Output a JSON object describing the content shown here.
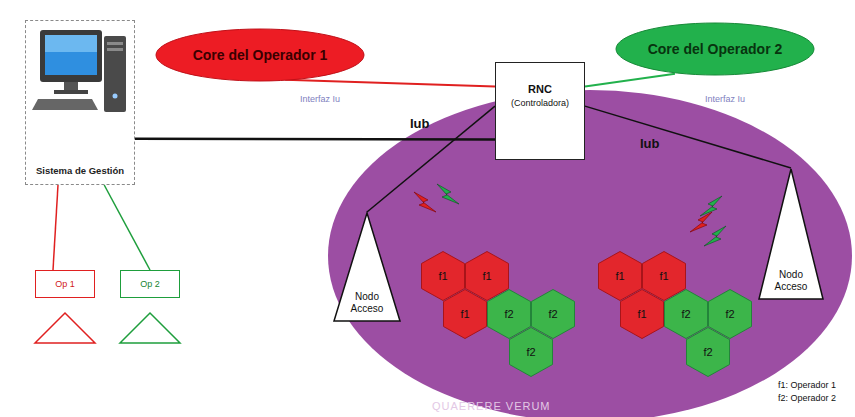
{
  "diagram": {
    "nodes": [
      {
        "text": [
          "Sistema de Gestión"
        ]
      },
      {
        "text": [
          "Core del Operador 1"
        ]
      },
      {
        "text": [
          "Core del Operador 2"
        ]
      },
      {
        "text": [
          "RNC",
          "(Controladora)"
        ]
      },
      {
        "text": [
          "Nodo Acceso"
        ]
      },
      {
        "text": [
          "Nodo Acceso"
        ]
      },
      {
        "text": [
          "Op 1"
        ]
      },
      {
        "text": [
          "Op 2"
        ]
      },
      {
        "text": [
          "f1"
        ]
      },
      {
        "text": [
          "f1"
        ]
      },
      {
        "text": [
          "f1"
        ]
      },
      {
        "text": [
          "f2"
        ]
      },
      {
        "text": [
          "f2"
        ]
      },
      {
        "text": [
          "f2"
        ]
      },
      {
        "text": [
          "f1"
        ]
      },
      {
        "text": [
          "f1"
        ]
      },
      {
        "text": [
          "f1"
        ]
      },
      {
        "text": [
          "f2"
        ]
      },
      {
        "text": [
          "f2"
        ]
      },
      {
        "text": [
          "f2"
        ]
      }
    ],
    "edges": [
      {
        "from": 0,
        "to": 3,
        "arrow": "none"
      },
      {
        "from": 1,
        "to": 3,
        "label": "Interfaz Iu",
        "arrow": "none"
      },
      {
        "from": 3,
        "to": 2,
        "label": "Interfaz Iu",
        "arrow": "none"
      },
      {
        "from": 3,
        "to": 4,
        "label": "Iub",
        "arrow": "none"
      },
      {
        "from": 3,
        "to": 5,
        "label": "Iub",
        "arrow": "none"
      },
      {
        "from": 0,
        "to": 6,
        "arrow": "none"
      },
      {
        "from": 0,
        "to": 7,
        "arrow": "none"
      }
    ],
    "labels": [
      "f1: Operador 1",
      "f2: Operador 2",
      "QUAERERE VERUM"
    ]
  }
}
